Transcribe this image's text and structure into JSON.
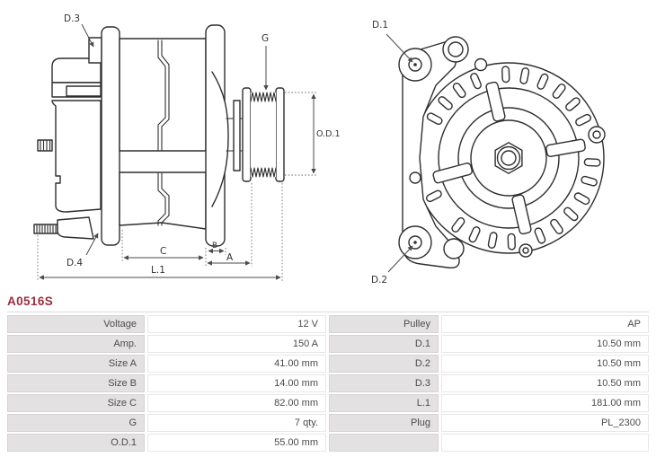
{
  "title": {
    "part_number": "A0516S"
  },
  "colors": {
    "accent": "#9b2e3e",
    "label_cell_bg": "#e3e1e1",
    "line": "#2e2e2e"
  },
  "diagram": {
    "side_view": {
      "d3": "D.3",
      "g": "G",
      "od1": "O.D.1",
      "d4": "D.4",
      "c": "C",
      "b": "B",
      "a": "A",
      "l1": "L.1"
    },
    "front_view": {
      "d1": "D.1",
      "d2": "D.2"
    }
  },
  "spec_table": {
    "rows": [
      {
        "label_left": "Voltage",
        "value_left": "12 V",
        "label_right": "Pulley",
        "value_right": "AP"
      },
      {
        "label_left": "Amp.",
        "value_left": "150 A",
        "label_right": "D.1",
        "value_right": "10.50 mm"
      },
      {
        "label_left": "Size A",
        "value_left": "41.00 mm",
        "label_right": "D.2",
        "value_right": "10.50 mm"
      },
      {
        "label_left": "Size B",
        "value_left": "14.00 mm",
        "label_right": "D.3",
        "value_right": "10.50 mm"
      },
      {
        "label_left": "Size C",
        "value_left": "82.00 mm",
        "label_right": "L.1",
        "value_right": "181.00 mm"
      },
      {
        "label_left": "G",
        "value_left": "7 qty.",
        "label_right": "Plug",
        "value_right": "PL_2300"
      },
      {
        "label_left": "O.D.1",
        "value_left": "",
        "label_right": "",
        "value_right": ""
      }
    ],
    "row7_value_left": "55.00 mm"
  }
}
